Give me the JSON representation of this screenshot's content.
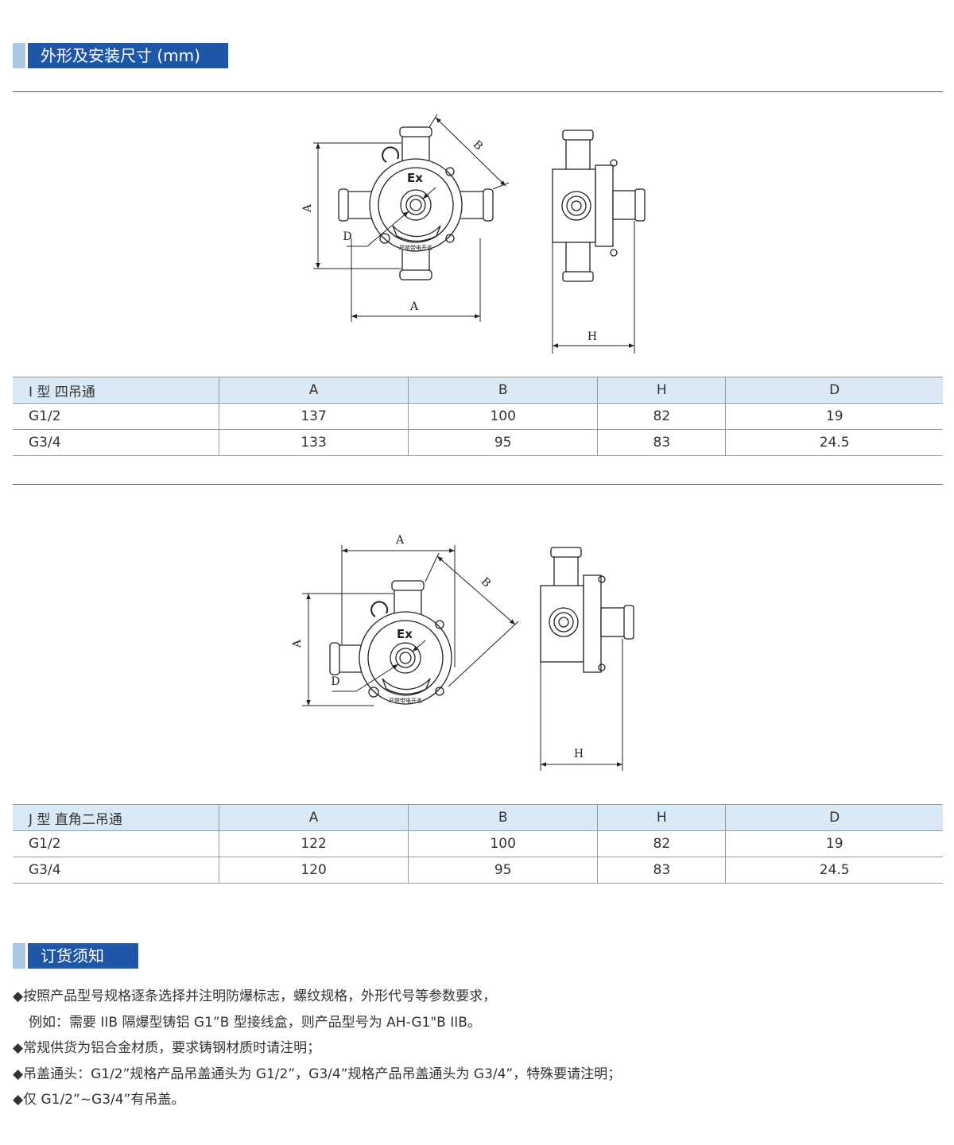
{
  "sections": {
    "dimensions_title": "外形及安装尺寸 (mm)",
    "ordering_title": "订货须知"
  },
  "diagram_labels": {
    "a": "A",
    "b": "B",
    "h": "H",
    "d": "D",
    "ex": "Ex",
    "plate": "严禁带电开盖"
  },
  "table_i": {
    "headers": [
      "I 型 四吊通",
      "A",
      "B",
      "H",
      "D"
    ],
    "rows": [
      [
        "G1/2",
        "137",
        "100",
        "82",
        "19"
      ],
      [
        "G3/4",
        "133",
        "95",
        "83",
        "24.5"
      ]
    ]
  },
  "table_j": {
    "headers": [
      "J 型 直角二吊通",
      "A",
      "B",
      "H",
      "D"
    ],
    "rows": [
      [
        "G1/2",
        "122",
        "100",
        "82",
        "19"
      ],
      [
        "G3/4",
        "120",
        "95",
        "83",
        "24.5"
      ]
    ]
  },
  "notes": [
    "◆按照产品型号规格逐条选择并注明防爆标志，螺纹规格，外形代号等参数要求，",
    "例如：需要 IIB 隔爆型铸铝 G1”B 型接线盒，则产品型号为 AH-G1\"B IIB。",
    "◆常规供货为铝合金材质，要求铸钢材质时请注明；",
    "◆吊盖通头：G1/2”规格产品吊盖通头为 G1/2”，G3/4”规格产品吊盖通头为 G3/4”，特殊要请注明；",
    "◆仅 G1/2”~G3/4”有吊盖。"
  ]
}
